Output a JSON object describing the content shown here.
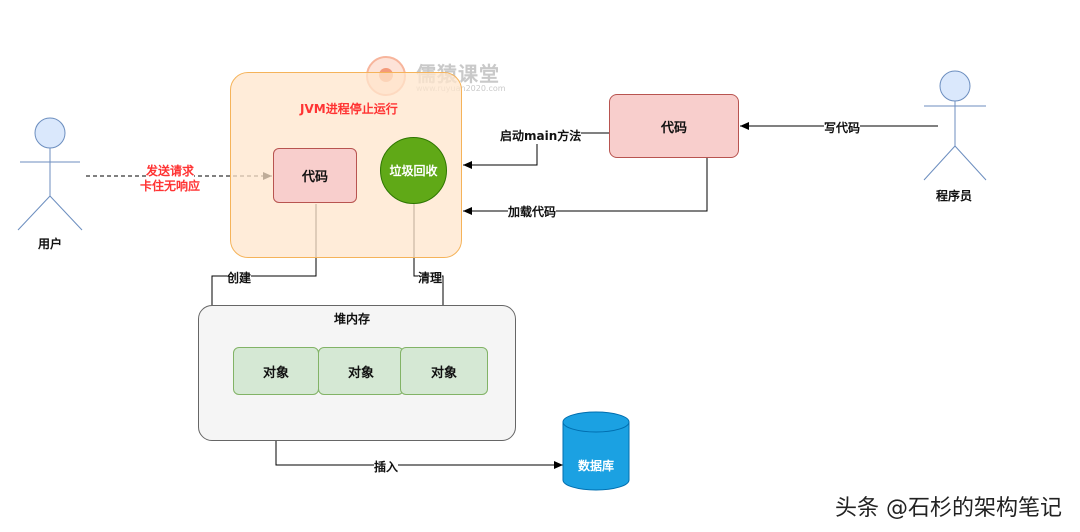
{
  "watermark": {
    "name": "儒猿课堂",
    "url": "www.ruyuan2020.com"
  },
  "jvm": {
    "title": "JVM进程停止运行",
    "code_box": "代码",
    "gc_circle": "垃圾回收"
  },
  "user": {
    "label": "用户",
    "request_line1": "发送请求",
    "request_line2": "卡住无响应"
  },
  "programmer": {
    "label": "程序员",
    "write_code": "写代码",
    "code_box": "代码",
    "start_main": "启动main方法",
    "load_code": "加载代码"
  },
  "heap": {
    "title": "堆内存",
    "create": "创建",
    "clean": "清理",
    "objects": [
      "对象",
      "对象",
      "对象"
    ]
  },
  "database": {
    "label": "数据库",
    "insert": "插入"
  },
  "footer": {
    "signature": "头条 @石杉的架构笔记"
  },
  "colors": {
    "jvm_fill": "#ffe6cc",
    "jvm_stroke": "#f5b35a",
    "code_fill": "#f8cecc",
    "code_stroke": "#b85450",
    "gc_fill": "#60a917",
    "heap_fill": "#f5f5f5",
    "object_fill": "#d5e8d4",
    "object_stroke": "#82b366",
    "db_fill": "#1ba1e2",
    "actor_fill": "#dae8fc",
    "actor_stroke": "#6c8ebf",
    "accent_red": "#ff3333"
  }
}
